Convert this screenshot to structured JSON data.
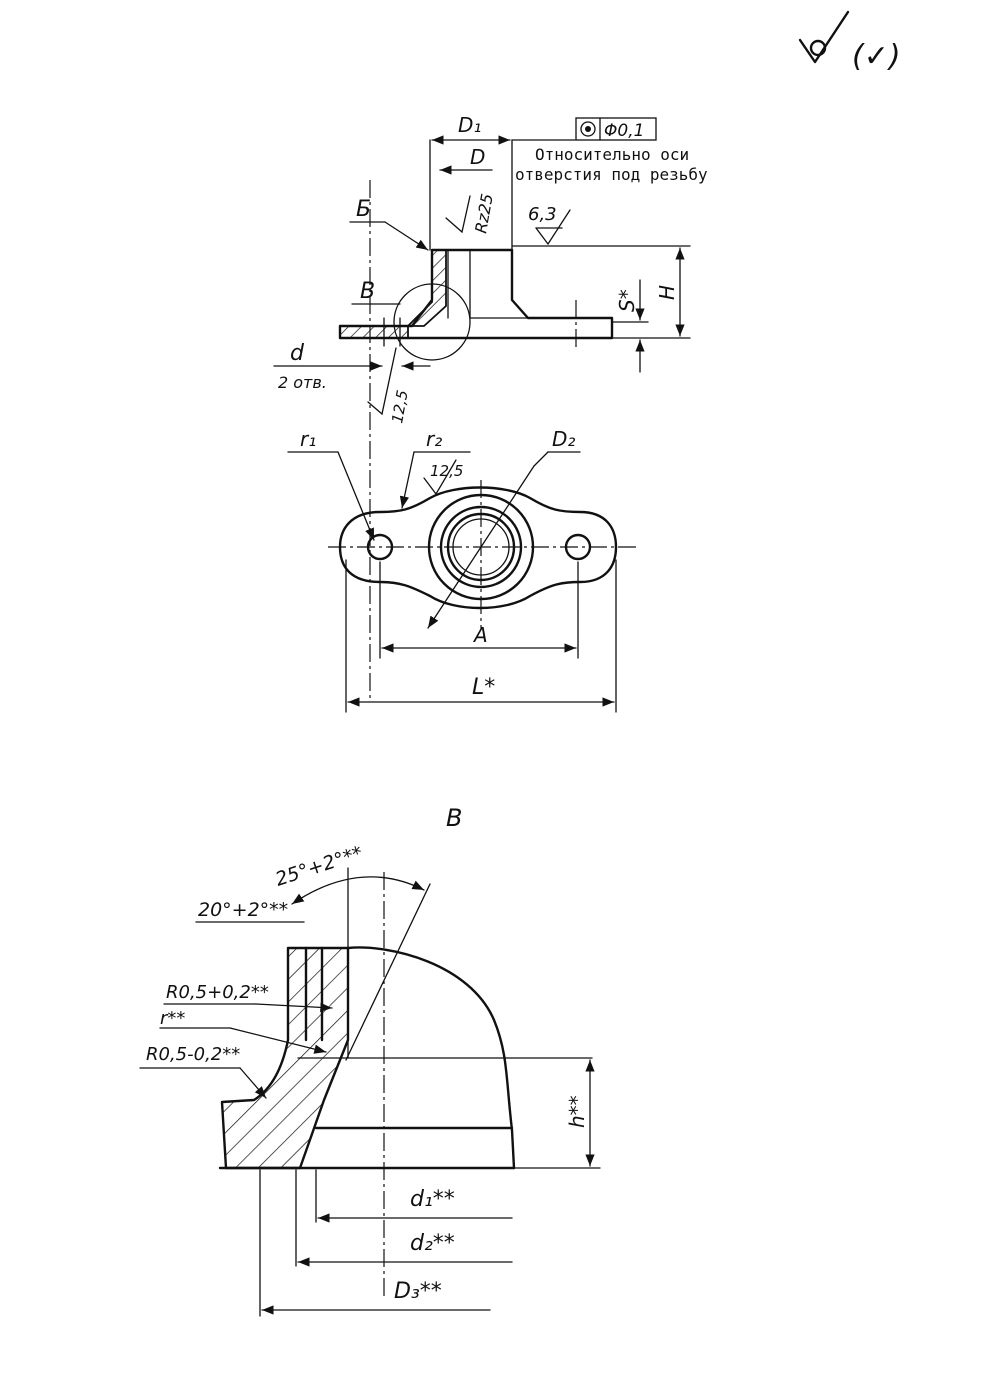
{
  "corner_mark": {
    "symbol": "✓○",
    "bracket": "(✓)"
  },
  "tolerance_frame": {
    "symbol": "◎",
    "value": "Φ0,1"
  },
  "note": {
    "line1": "Относительно  оси",
    "line2": "отверстия  под  резьбу"
  },
  "section_view": {
    "D1": "D₁",
    "D": "D",
    "rz": "Rz25",
    "ra": "6,3",
    "B_cyr": "Б",
    "B_lat": "B",
    "S": "S*",
    "H": "H",
    "d": "d",
    "holes": "2 отв.",
    "rough_hole": "12,5"
  },
  "plan_view": {
    "r1": "r₁",
    "r2": "r₂",
    "rough": "12,5",
    "D2": "D₂",
    "A": "A",
    "L": "L*"
  },
  "detail_view": {
    "title": "B",
    "angle_25": "25°+2°**",
    "angle_20": "20°+2°**",
    "r_plus": "R0,5+0,2**",
    "r": "r**",
    "r_minus": "R0,5-0,2**",
    "h": "h**",
    "d1": "d₁**",
    "d2": "d₂**",
    "D3": "D₃**"
  }
}
